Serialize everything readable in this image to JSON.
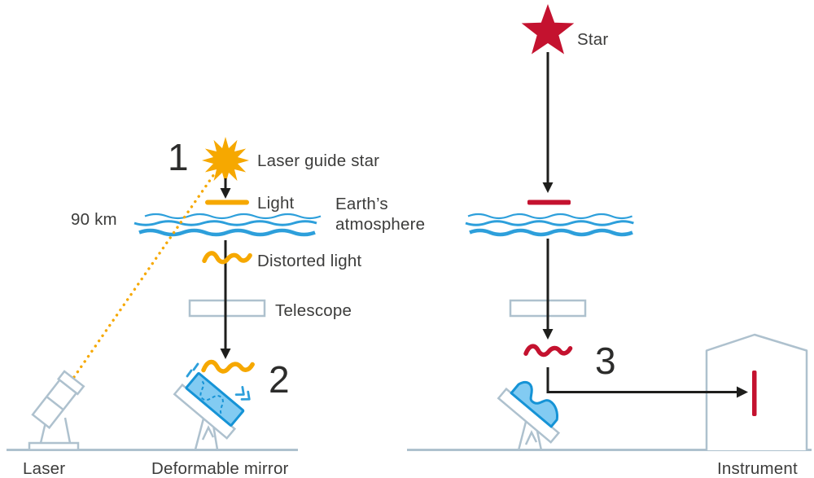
{
  "diagram": {
    "panel_left": {
      "step_number": "1",
      "laser_guide_star_label": "Laser guide star",
      "light_label": "Light",
      "altitude_label": "90 km",
      "atmosphere_label_line1": "Earth’s",
      "atmosphere_label_line2": "atmosphere",
      "distorted_light_label": "Distorted light",
      "telescope_label": "Telescope",
      "mirror_step_number": "2",
      "laser_label": "Laser",
      "deformable_mirror_label": "Deformable mirror"
    },
    "panel_right": {
      "star_label": "Star",
      "corrected_step_number": "3",
      "instrument_label": "Instrument"
    },
    "colors": {
      "orange": "#F6A800",
      "red": "#C4122F",
      "sky_blue": "#2D9FDB",
      "mirror_fill": "#82CBF2",
      "mirror_border": "#1593D6",
      "outline_gray": "#AEC1CE",
      "arrow_black": "#1E1E1C",
      "text_dark": "#3C3C3B"
    }
  }
}
